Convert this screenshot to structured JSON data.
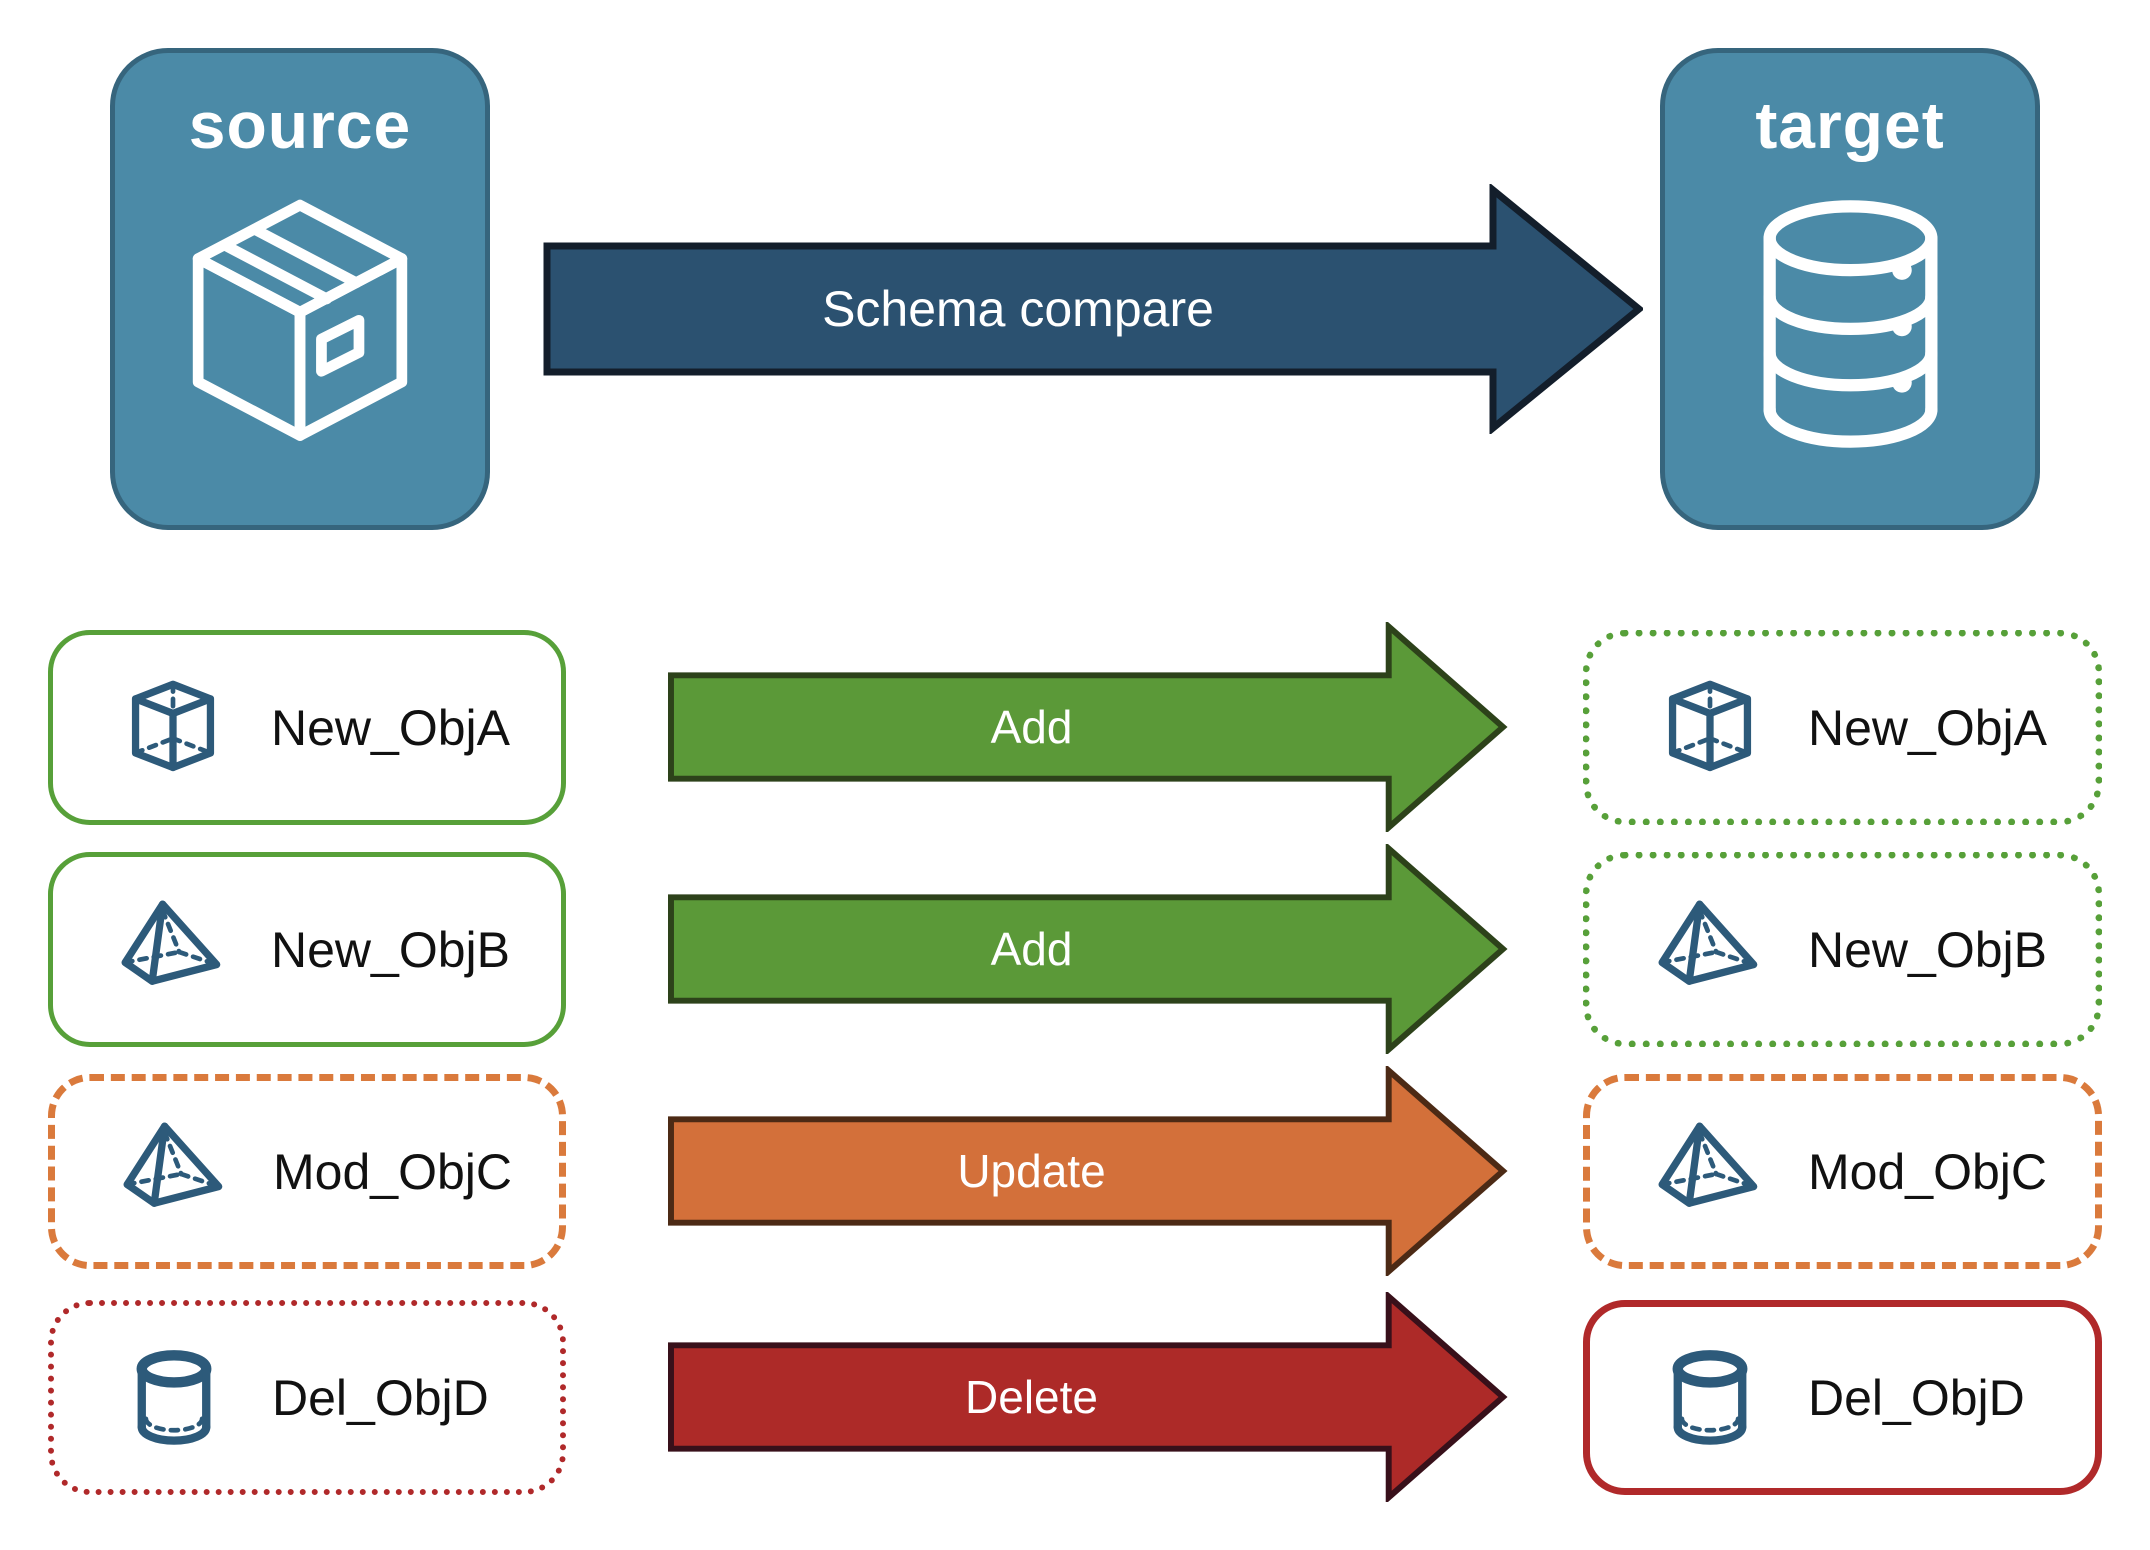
{
  "diagram": {
    "source": {
      "label": "source"
    },
    "target": {
      "label": "target"
    },
    "main_arrow": {
      "label": "Schema compare"
    }
  },
  "rows": [
    {
      "source_label": "New_ObjA",
      "action": "Add",
      "target_label": "New_ObjA",
      "icon": "cube-icon"
    },
    {
      "source_label": "New_ObjB",
      "action": "Add",
      "target_label": "New_ObjB",
      "icon": "pyramid-icon"
    },
    {
      "source_label": "Mod_ObjC",
      "action": "Update",
      "target_label": "Mod_ObjC",
      "icon": "pyramid-icon"
    },
    {
      "source_label": "Del_ObjD",
      "action": "Delete",
      "target_label": "Del_ObjD",
      "icon": "cylinder-icon"
    }
  ],
  "colors": {
    "node-fill": "#4B8AA7",
    "node-border": "#36657D",
    "navy-fill": "#2B5170",
    "navy-border": "#131E2B",
    "green-fill": "#5B9938",
    "green-border": "#2D421A",
    "green-line": "#57A039",
    "orange-fill": "#D3703A",
    "orange-border": "#4C2A15",
    "orange-line": "#DA7A3C",
    "red-fill": "#AD2A28",
    "red-border": "#38101A",
    "red-line": "#B0292A",
    "icon-blue": "#2D5A7A",
    "label-text": "#111111",
    "arrow-text": "#FFFFFF"
  }
}
